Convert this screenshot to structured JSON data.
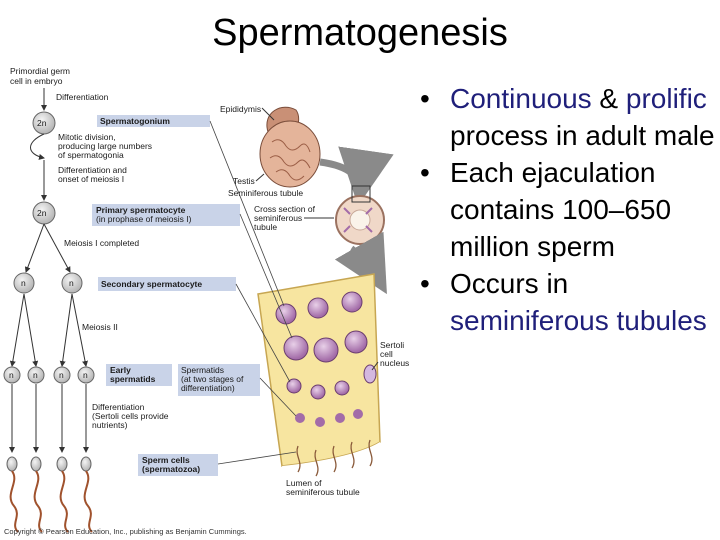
{
  "slide": {
    "title": "Spermatogenesis",
    "bullets": [
      {
        "parts": [
          {
            "text": "Continuous",
            "hl": true
          },
          {
            "text": " & ",
            "hl": false
          },
          {
            "text": "prolific",
            "hl": true
          },
          {
            "text": " process in adult male",
            "hl": false
          }
        ]
      },
      {
        "parts": [
          {
            "text": "Each ejaculation contains 100–650 million sperm",
            "hl": false
          }
        ]
      },
      {
        "parts": [
          {
            "text": "Occurs in ",
            "hl": false
          },
          {
            "text": "seminiferous tubules",
            "hl": true
          }
        ]
      }
    ],
    "bullet_symbol": "•",
    "highlight_color": "#1f1f7a"
  },
  "figure": {
    "labels": {
      "primordial": "Primordial germ",
      "primordial2": "cell in embryo",
      "differentiation": "Differentiation",
      "spermatogonium": "Spermatogonium",
      "mitotic1": "Mitotic division,",
      "mitotic2": "producing large numbers",
      "mitotic3": "of spermatogonia",
      "diffonset1": "Differentiation and",
      "diffonset2": "onset of meiosis I",
      "primary1": "Primary spermatocyte",
      "primary2": "(in prophase of meiosis I)",
      "meiosis1": "Meiosis I completed",
      "secondary": "Secondary spermatocyte",
      "meiosis2": "Meiosis II",
      "early1": "Early",
      "early2": "spermatids",
      "spermatids1": "Spermatids",
      "spermatids2": "(at two stages of",
      "spermatids3": "differentiation)",
      "diffsertoli1": "Differentiation",
      "diffsertoli2": "(Sertoli cells provide",
      "diffsertoli3": "nutrients)",
      "spermcells1": "Sperm cells",
      "spermcells2": "(spermatozoa)",
      "epididymis": "Epididymis",
      "testis": "Testis",
      "semtubule": "Seminiferous tubule",
      "cross1": "Cross section of",
      "cross2": "seminiferous",
      "cross3": "tubule",
      "sertoli1": "Sertoli",
      "sertoli2": "cell",
      "sertoli3": "nucleus",
      "lumen1": "Lumen of",
      "lumen2": "seminiferous tubule",
      "ploidy_2n": "2n",
      "ploidy_n": "n"
    },
    "copyright": "Copyright © Pearson Education, Inc., publishing as Benjamin Cummings."
  }
}
